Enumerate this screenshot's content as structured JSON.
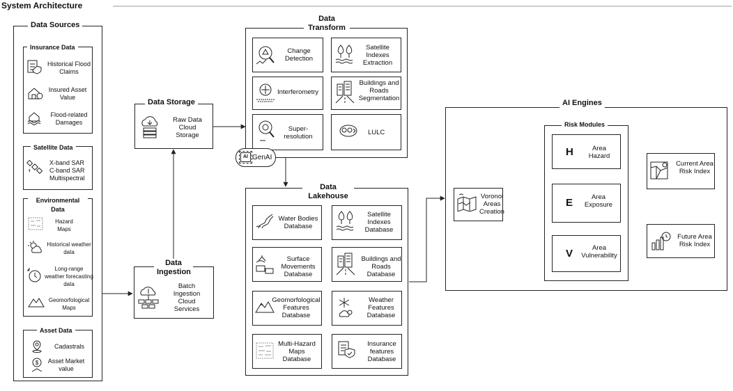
{
  "page": {
    "title": "System Architecture"
  },
  "data_sources": {
    "title": "Data Sources",
    "insurance": {
      "title": "Insurance Data",
      "items": [
        "Historical Flood Claims",
        "Insured Asset Value",
        "Flood-related Damages"
      ]
    },
    "satellite": {
      "title": "Satellite Data",
      "items": [
        "X-band SAR",
        "C-band SAR",
        "Multispectral"
      ]
    },
    "environmental": {
      "title": "Environmental Data",
      "items": [
        "Hazard Maps",
        "Historical weather data",
        "Long-range weather forecasting data",
        "Geomorfological Maps"
      ]
    },
    "asset": {
      "title": "Asset Data",
      "items": [
        "Cadastrals",
        "Asset Market value"
      ]
    }
  },
  "data_storage": {
    "title": "Data Storage",
    "item": "Raw Data Cloud Storage"
  },
  "data_ingestion": {
    "title": "Data Ingestion",
    "item": "Batch Ingestion Cloud Services"
  },
  "data_transform": {
    "title": "Data Transform",
    "items": [
      "Change Detection",
      "Satellite Indexes Extraction",
      "Interferometry",
      "Buildings and Roads Segmentation",
      "Super-resolution",
      "LULC"
    ]
  },
  "genai": {
    "chip": "AI",
    "label": "GenAI"
  },
  "data_lakehouse": {
    "title": "Data Lakehouse",
    "items": [
      "Water Bodies Database",
      "Satellite Indexes Database",
      "Surface Movements Database",
      "Buildings and Roads Database",
      "Geomorfological Features Database",
      "Weather Features Database",
      "Multi-Hazard Maps Database",
      "Insurance features Database"
    ]
  },
  "ai_engines": {
    "title": "AI Engines",
    "voronoi": "Voronoi Areas Creation",
    "risk_modules": {
      "title": "Risk Modules",
      "modules": [
        {
          "letter": "H",
          "label": "Area Hazard"
        },
        {
          "letter": "E",
          "label": "Area Exposure"
        },
        {
          "letter": "V",
          "label": "Area Vulnerability"
        }
      ]
    },
    "outputs": [
      "Current Area Risk Index",
      "Future Area Risk Index"
    ]
  }
}
